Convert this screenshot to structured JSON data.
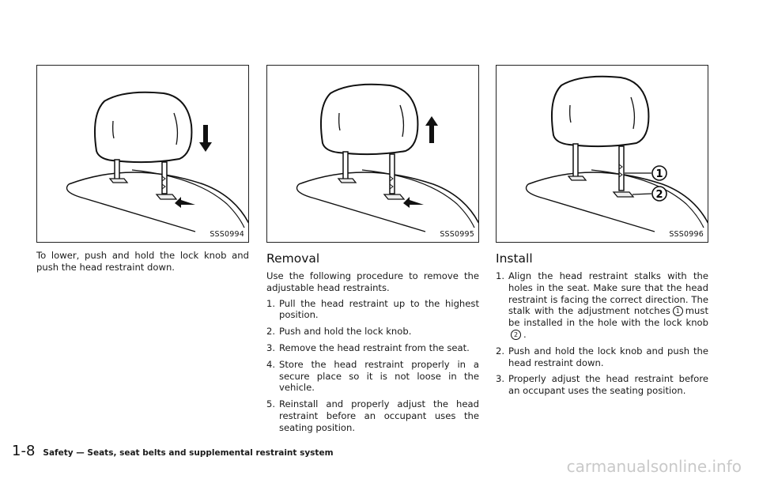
{
  "figures": [
    {
      "code": "SSS0994",
      "arrow": "down"
    },
    {
      "code": "SSS0995",
      "arrow": "up"
    },
    {
      "code": "SSS0996",
      "arrow": "none",
      "callouts": [
        "1",
        "2"
      ]
    }
  ],
  "col1": {
    "text": "To lower, push and hold the lock knob and push the head restraint down."
  },
  "removal": {
    "heading": "Removal",
    "intro": "Use the following procedure to remove the adjustable head restraints.",
    "steps": [
      {
        "num": "1.",
        "text": "Pull the head restraint up to the highest position."
      },
      {
        "num": "2.",
        "text": "Push and hold the lock knob."
      },
      {
        "num": "3.",
        "text": "Remove the head restraint from the seat."
      },
      {
        "num": "4.",
        "text": "Store the head restraint properly in a secure place so it is not loose in the vehicle."
      },
      {
        "num": "5.",
        "text": "Reinstall and properly adjust the head restraint before an occupant uses the seating position."
      }
    ]
  },
  "install": {
    "heading": "Install",
    "step1": {
      "num": "1.",
      "part_a": "Align the head restraint stalks with the holes in the seat. Make sure that the head restraint is facing the correct direction. The stalk with the adjustment notches",
      "callout_a": "1",
      "part_b": "must be installed in the hole with the lock knob",
      "callout_b": "2",
      "part_c": "."
    },
    "steps": [
      {
        "num": "2.",
        "text": "Push and hold the lock knob and push the head restraint down."
      },
      {
        "num": "3.",
        "text": "Properly adjust the head restraint before an occupant uses the seating position."
      }
    ]
  },
  "footer": {
    "page_number": "1-8",
    "section_title": "Safety — Seats, seat belts and supplemental restraint system"
  },
  "watermark": "carmanualsonline.info"
}
